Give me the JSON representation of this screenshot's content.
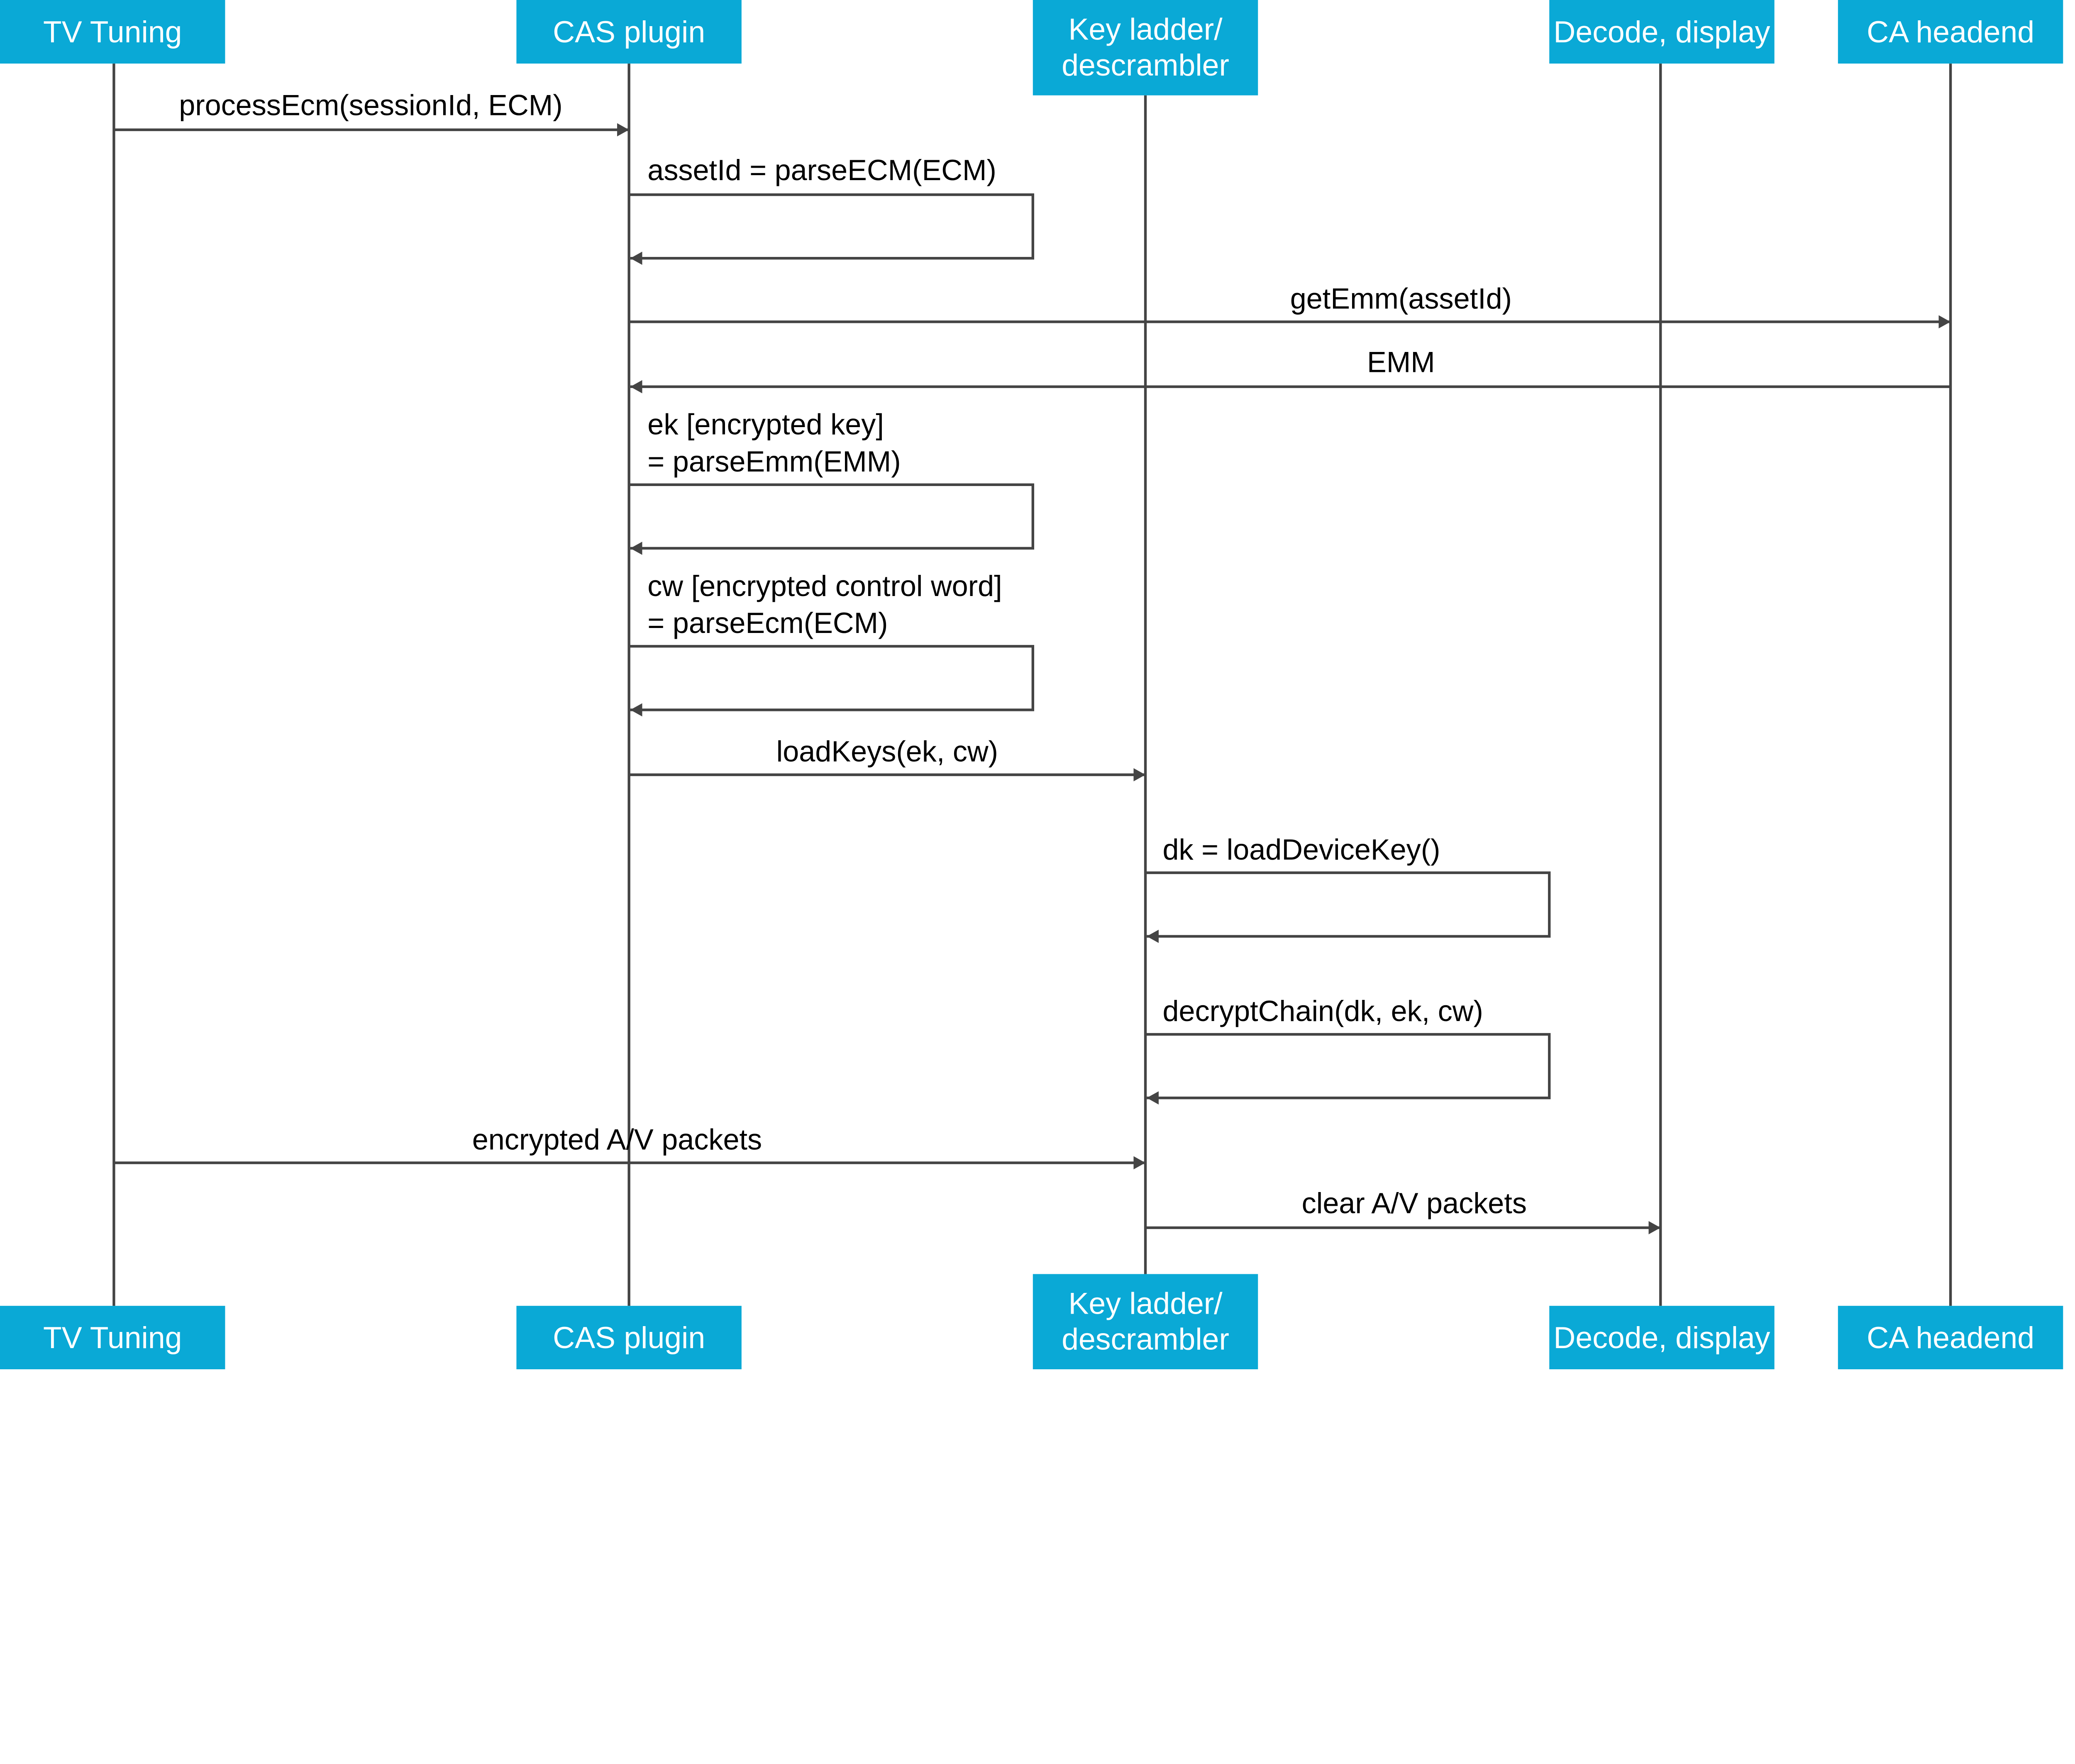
{
  "colors": {
    "header": "#0aa9d6",
    "line": "#444444",
    "header_text": "#ffffff",
    "label_text": "#000000"
  },
  "participants": [
    {
      "label": "TV Tuning"
    },
    {
      "label": "CAS plugin"
    },
    {
      "label_line1": "Key ladder/",
      "label_line2": "descrambler"
    },
    {
      "label": "Decode, display"
    },
    {
      "label": "CA headend"
    }
  ],
  "messages": [
    {
      "from": "TV Tuning",
      "to": "CAS plugin",
      "label": "processEcm(sessionId, ECM)"
    },
    {
      "from": "CAS plugin",
      "to": "CAS plugin",
      "label": "assetId = parseECM(ECM)"
    },
    {
      "from": "CAS plugin",
      "to": "CA headend",
      "label": "getEmm(assetId)"
    },
    {
      "from": "CA headend",
      "to": "CAS plugin",
      "label": "EMM"
    },
    {
      "from": "CAS plugin",
      "to": "CAS plugin",
      "label_line1": "ek [encrypted key]",
      "label_line2": "= parseEmm(EMM)"
    },
    {
      "from": "CAS plugin",
      "to": "CAS plugin",
      "label_line1": "cw [encrypted control word]",
      "label_line2": "= parseEcm(ECM)"
    },
    {
      "from": "CAS plugin",
      "to": "Key ladder/descrambler",
      "label": "loadKeys(ek, cw)"
    },
    {
      "from": "Key ladder/descrambler",
      "to": "Key ladder/descrambler",
      "label": "dk = loadDeviceKey()"
    },
    {
      "from": "Key ladder/descrambler",
      "to": "Key ladder/descrambler",
      "label": "decryptChain(dk, ek, cw)"
    },
    {
      "from": "TV Tuning",
      "to": "Key ladder/descrambler",
      "label": "encrypted A/V packets"
    },
    {
      "from": "Key ladder/descrambler",
      "to": "Decode, display",
      "label": "clear A/V packets"
    }
  ]
}
